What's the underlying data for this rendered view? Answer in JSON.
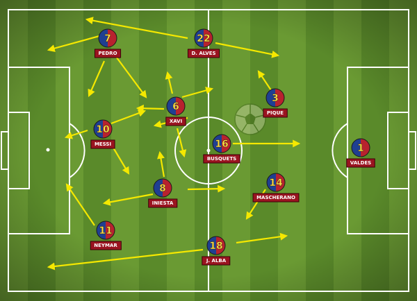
{
  "players": [
    {
      "number": "7",
      "name": "PEDRO"
    },
    {
      "number": "22",
      "name": "D. ALVES"
    },
    {
      "number": "6",
      "name": "XAVI"
    },
    {
      "number": "3",
      "name": "PIQUE"
    },
    {
      "number": "10",
      "name": "MESSI"
    },
    {
      "number": "16",
      "name": "BUSQUETS"
    },
    {
      "number": "1",
      "name": "VALDES"
    },
    {
      "number": "8",
      "name": "INIESTA"
    },
    {
      "number": "14",
      "name": "MASCHERANO"
    },
    {
      "number": "11",
      "name": "NEYMAR"
    },
    {
      "number": "18",
      "name": "J. ALBA"
    }
  ],
  "colors": {
    "grass_light": "#6a9a33",
    "grass_dark": "#5a8a2a",
    "lines": "#ffffff",
    "arrows": "#f5e800",
    "badge_blue": "#1f3f92",
    "badge_red": "#b8222e",
    "number_text": "#ffe14a",
    "name_bg": "#9a1420",
    "name_text": "#ffffff"
  },
  "icons": [
    "football-icon"
  ]
}
